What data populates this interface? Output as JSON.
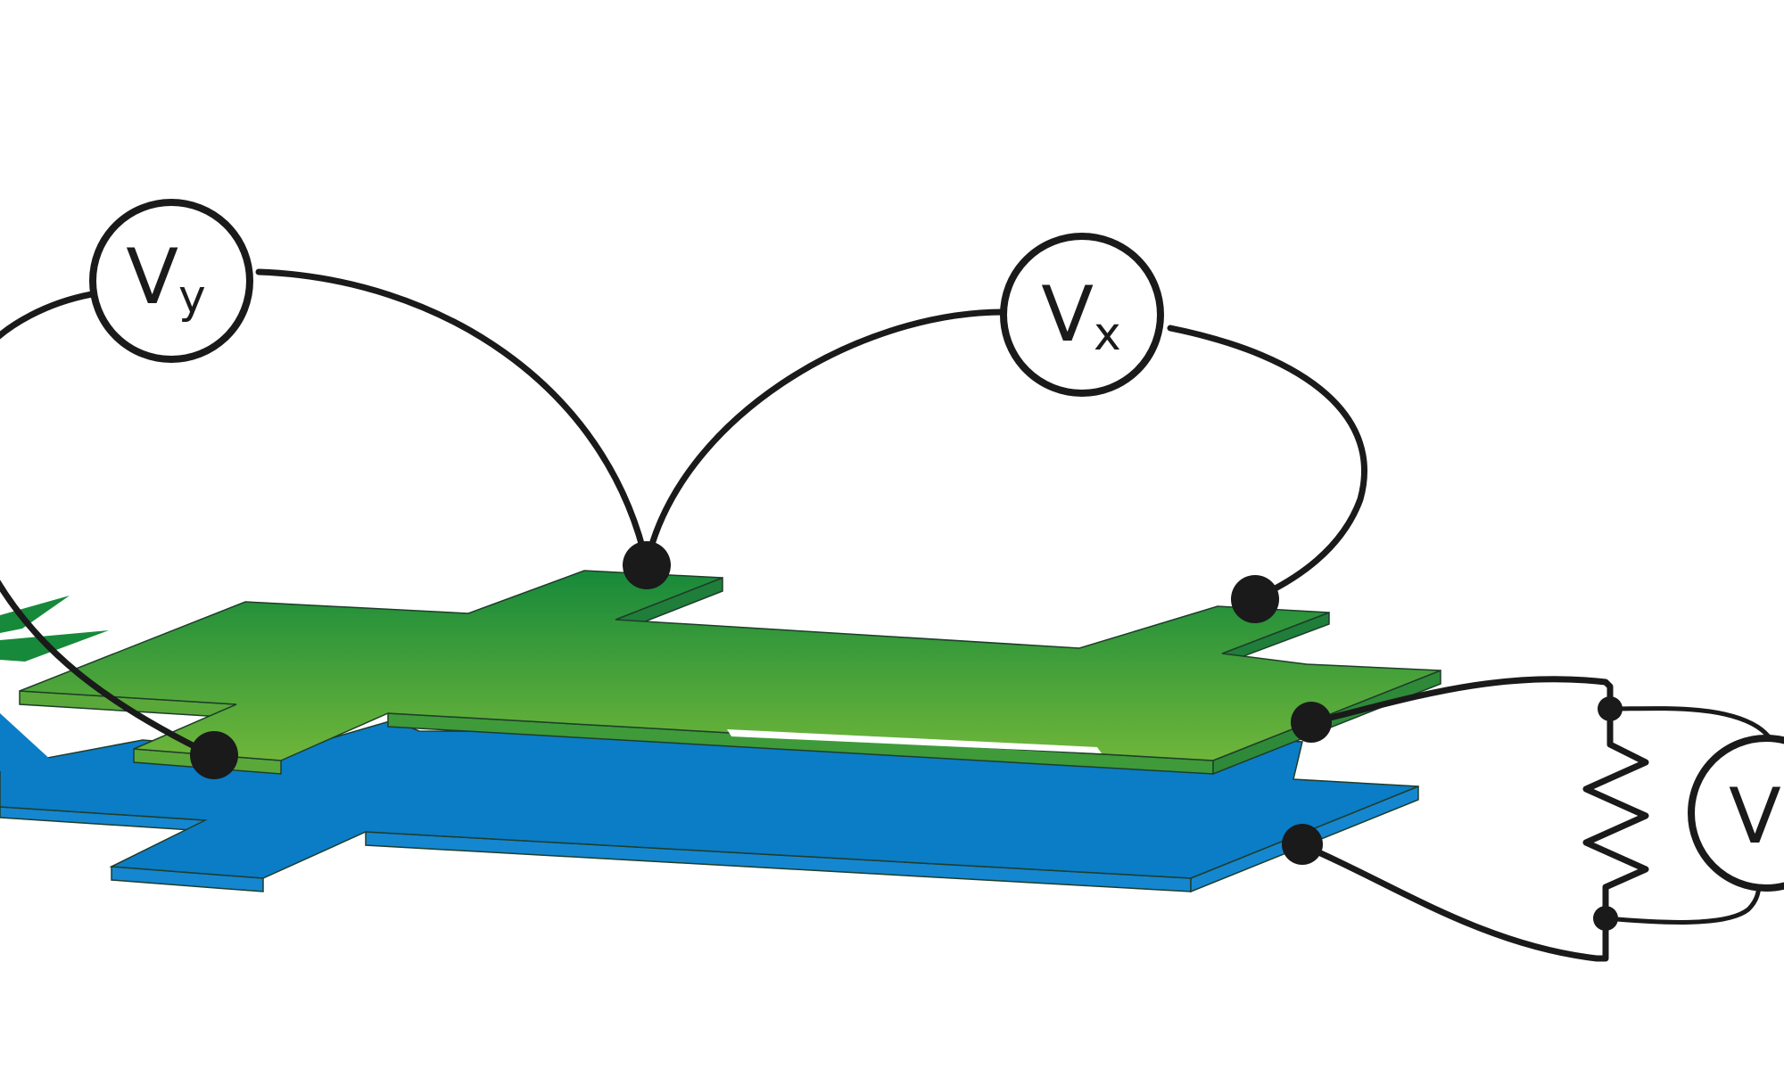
{
  "meters": {
    "vy": {
      "main": "V",
      "sub": "y"
    },
    "vx": {
      "main": "V",
      "sub": "x"
    },
    "v": {
      "main": "V"
    }
  },
  "colors": {
    "green_top": "#1a8a3a",
    "green_bottom": "#6ab33a",
    "green_edge": "#3f9a3a",
    "blue_face": "#0a7dc6",
    "blue_edge": "#1a8ad2",
    "wire": "#1a1a1a",
    "background": "#ffffff"
  }
}
